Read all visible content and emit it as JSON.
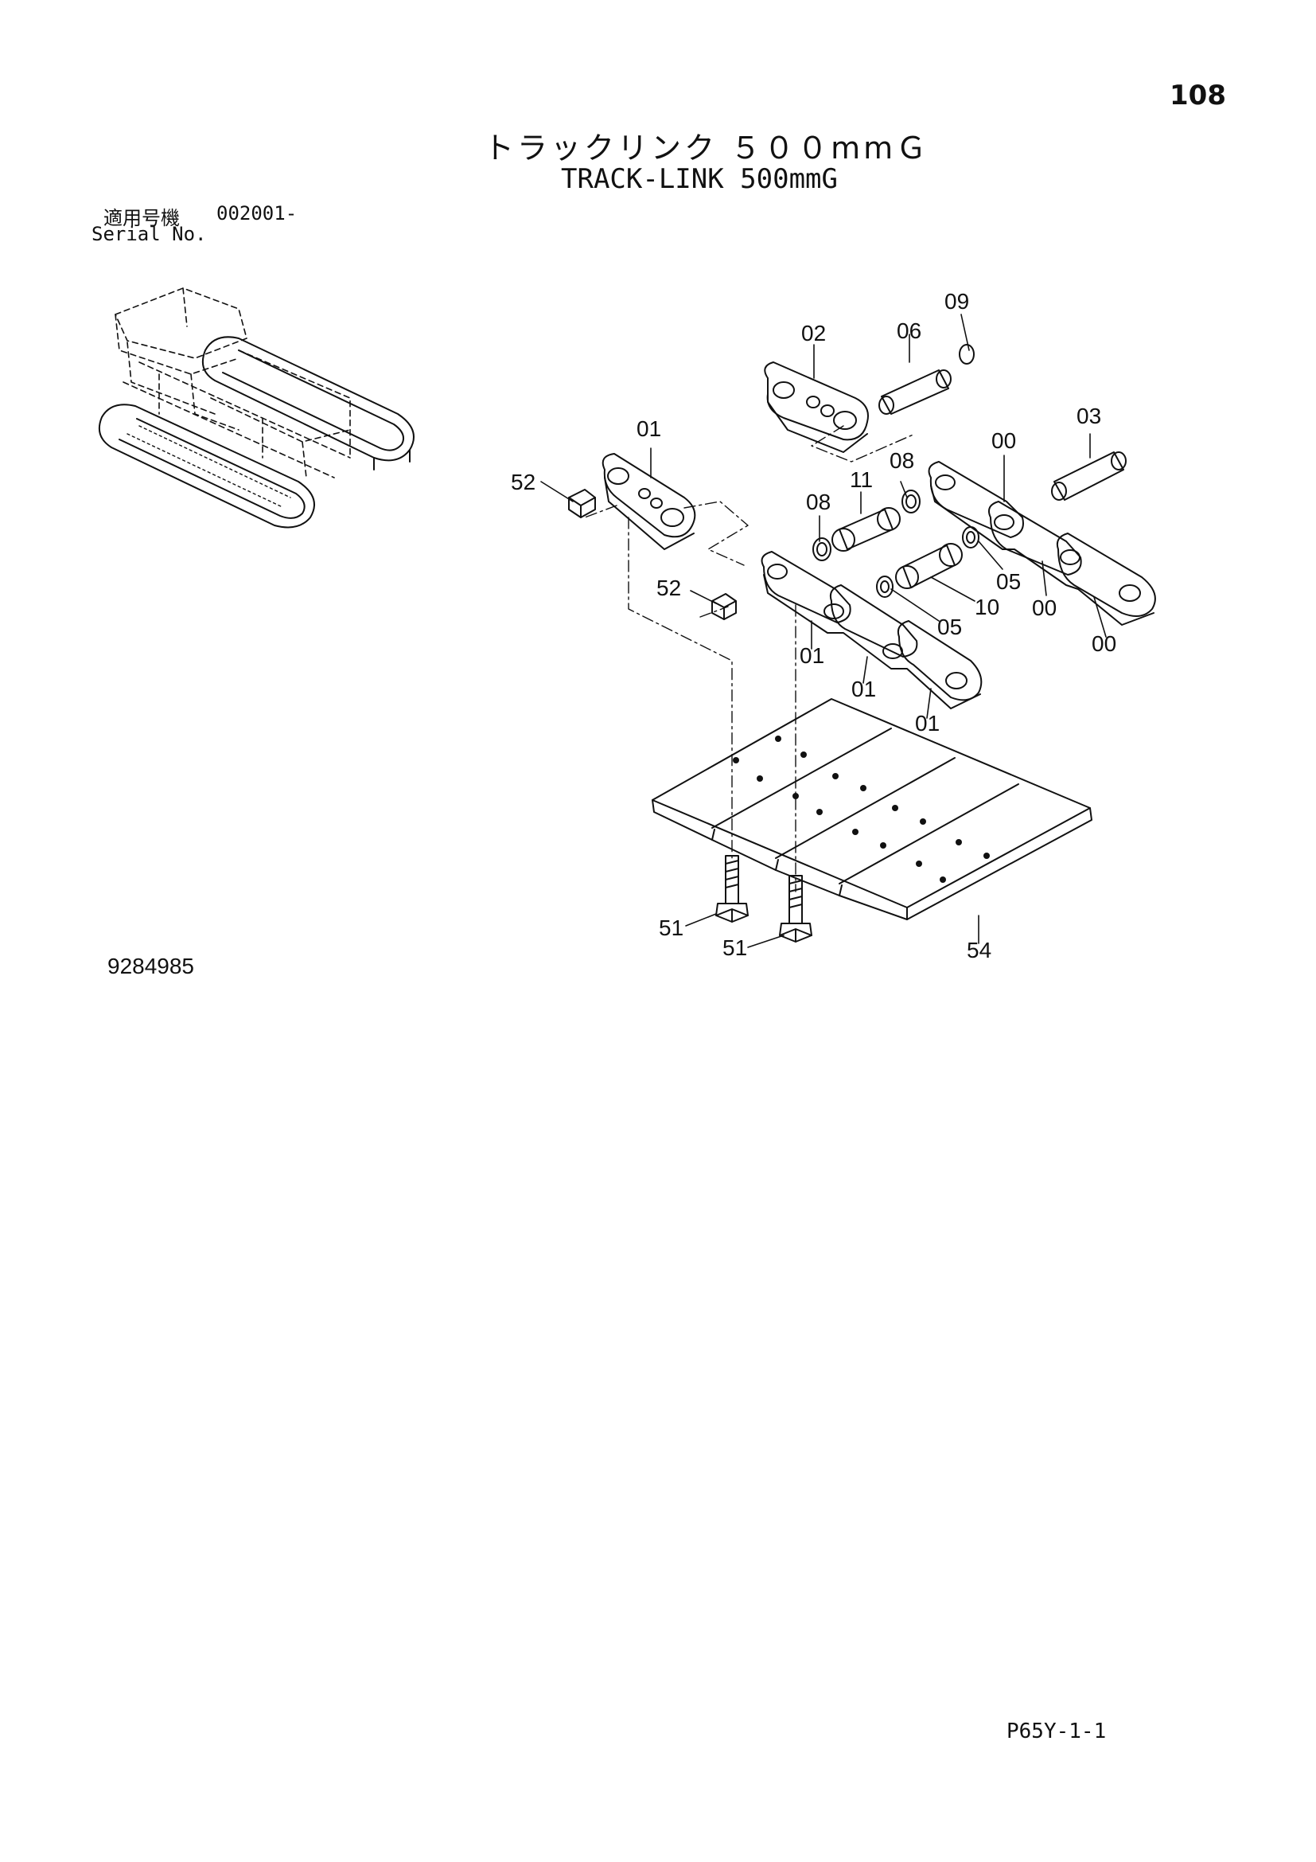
{
  "page_number": "108",
  "title": {
    "jp": "トラックリンク ５００mmＧ",
    "en": "TRACK-LINK 500mmG"
  },
  "serial": {
    "label_jp": "適用号機",
    "number": "002001-",
    "label_en": "Serial No."
  },
  "drawing_number": "9284985",
  "page_ref": "P65Y-1-1",
  "callouts": {
    "c02": "02",
    "c06": "06",
    "c09": "09",
    "c03": "03",
    "c01_top": "01",
    "c00_top": "00",
    "c08_top": "08",
    "c52_top": "52",
    "c11": "11",
    "c08_mid": "08",
    "c05_right": "05",
    "c52_mid": "52",
    "c10": "10",
    "c00_mid": "00",
    "c05_mid": "05",
    "c00_bottom": "00",
    "c01_a": "01",
    "c01_b": "01",
    "c01_c": "01",
    "c51_a": "51",
    "c51_b": "51",
    "c54": "54"
  },
  "colors": {
    "ink": "#111111",
    "paper": "#ffffff"
  }
}
